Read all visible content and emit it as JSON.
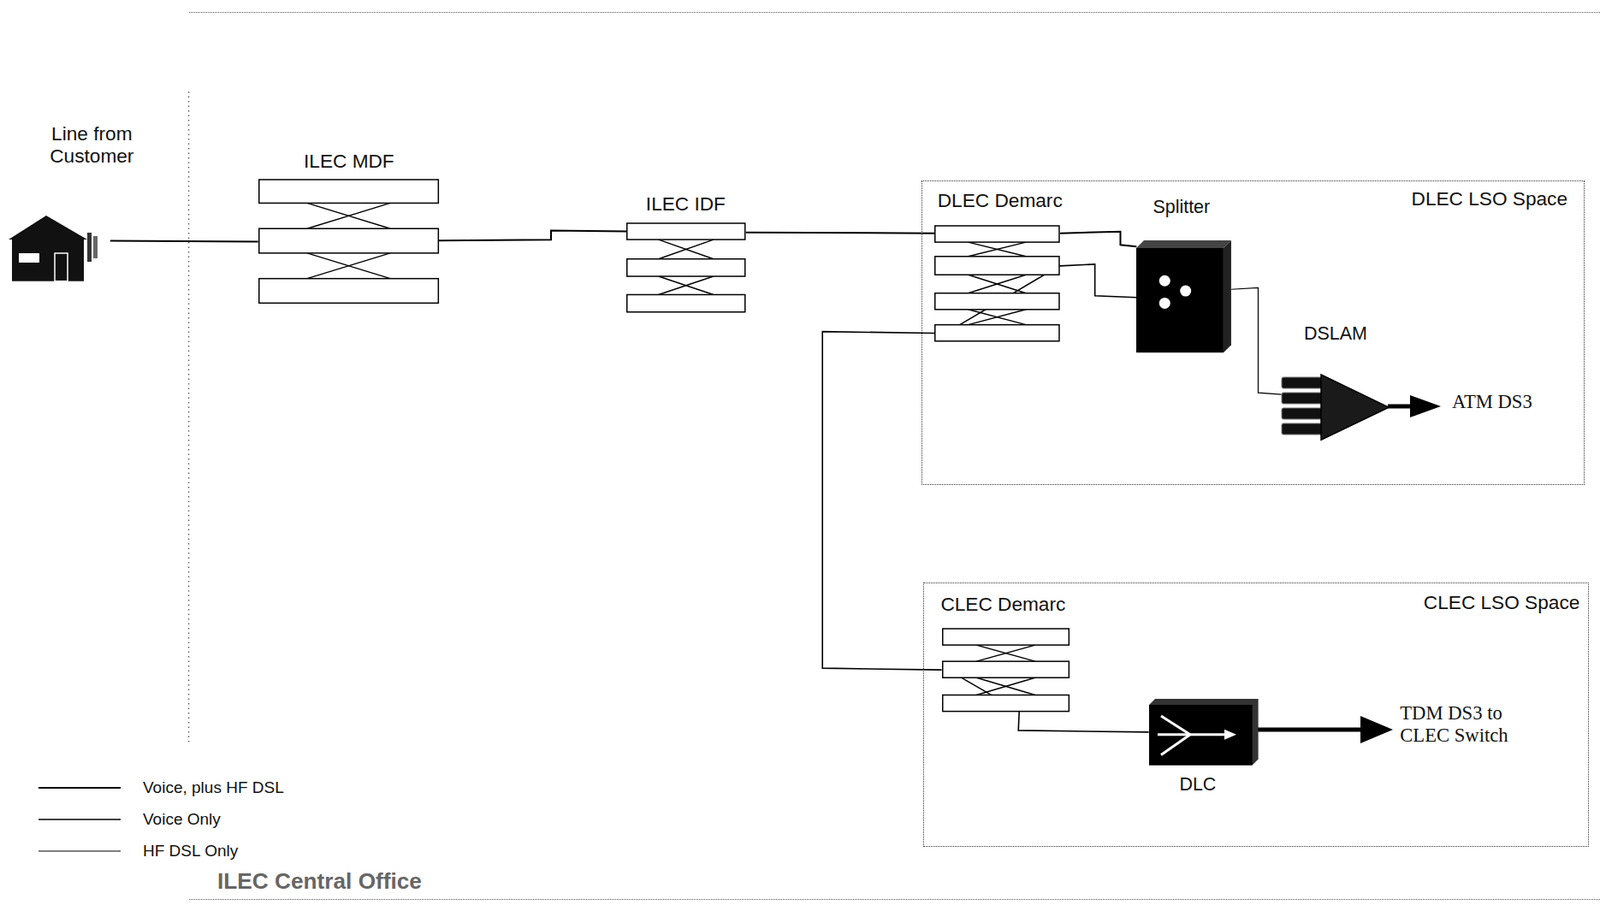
{
  "diagram": {
    "nodes": [
      {
        "text": [
          "ILEC Central Office"
        ]
      },
      {
        "text": [
          "Line from Customer"
        ]
      },
      {
        "text": [
          "ILEC MDF"
        ],
        "in": 0
      },
      {
        "text": [
          "ILEC IDF"
        ],
        "in": 0
      },
      {
        "text": [
          "DLEC LSO Space"
        ],
        "in": 0
      },
      {
        "text": [
          "DLEC Demarc"
        ],
        "in": 4
      },
      {
        "text": [
          "Splitter"
        ],
        "in": 4
      },
      {
        "text": [
          "DSLAM"
        ],
        "in": 4
      },
      {
        "text": [
          "CLEC LSO Space"
        ],
        "in": 0
      },
      {
        "text": [
          "CLEC Demarc"
        ],
        "in": 8
      },
      {
        "text": [
          "DLC"
        ],
        "in": 8
      }
    ],
    "edges": [
      {
        "from": 1,
        "to": 2,
        "arrow": "none"
      },
      {
        "from": 2,
        "to": 3,
        "arrow": "none"
      },
      {
        "from": 3,
        "to": 5,
        "arrow": "none"
      },
      {
        "from": 5,
        "to": 6,
        "arrow": "none"
      },
      {
        "from": 6,
        "to": 5,
        "arrow": "none"
      },
      {
        "from": 6,
        "to": 7,
        "arrow": "none"
      },
      {
        "from": 5,
        "to": 9,
        "arrow": "none"
      },
      {
        "from": 9,
        "to": 10,
        "arrow": "none"
      }
    ],
    "labels": [
      "ATM DS3",
      "TDM DS3 to CLEC Switch"
    ],
    "legend": [
      {
        "text": "Voice, plus HF DSL"
      },
      {
        "text": "Voice Only"
      },
      {
        "text": "HF DSL Only"
      }
    ]
  }
}
